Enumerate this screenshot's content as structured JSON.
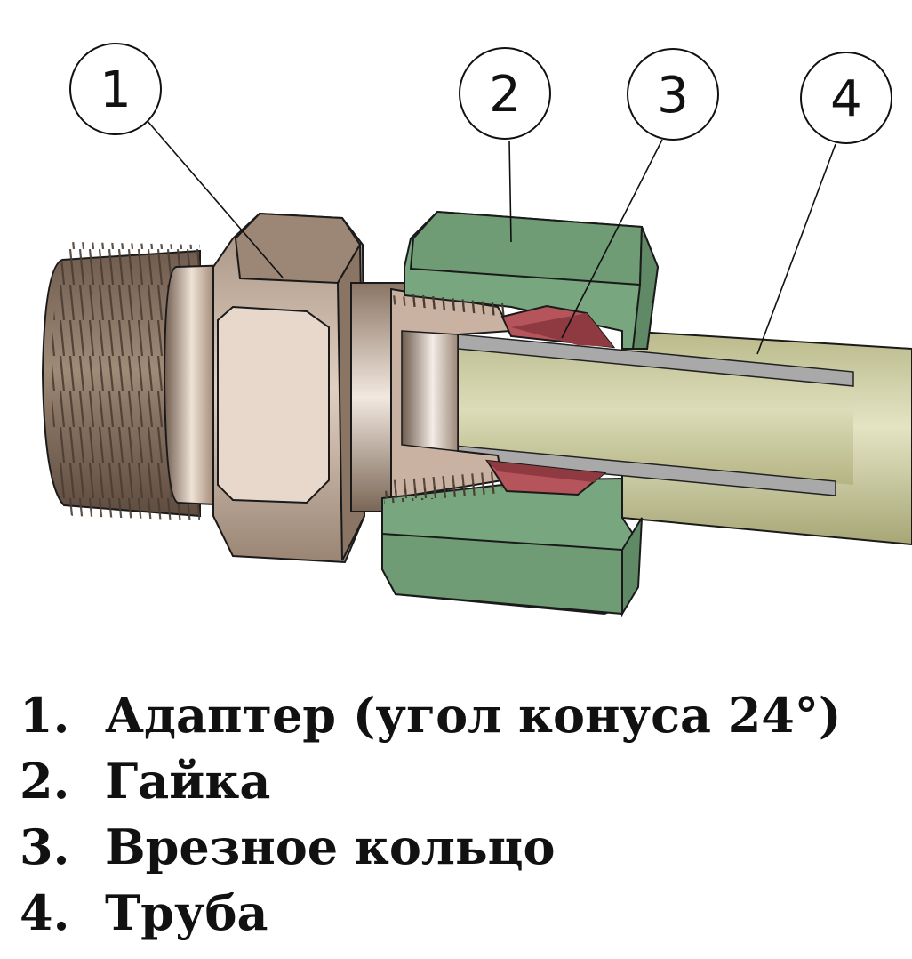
{
  "callouts": [
    "1",
    "2",
    "3",
    "4"
  ],
  "legend": [
    {
      "num": "1.",
      "label": "Адаптер (угол конуса 24°)"
    },
    {
      "num": "2.",
      "label": "Гайка"
    },
    {
      "num": "3.",
      "label": "Врезное кольцо"
    },
    {
      "num": "4.",
      "label": "Труба"
    }
  ],
  "colors": {
    "adapter": "#8a7564",
    "adapter_light": "#cbb8a8",
    "nut": "#6f9b75",
    "nut_light": "#8fb795",
    "cutting_ring": "#b5545a",
    "tube": "#c8c89a",
    "tube_wall": "#a9a9a9",
    "outline": "#1a1a1a"
  }
}
